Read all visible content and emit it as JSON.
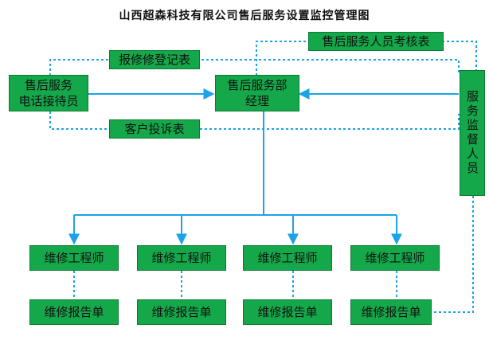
{
  "title": "山西超森科技有限公司售后服务设置监控管理图",
  "nodes": {
    "phone_receptionist": {
      "line1": "售后服务",
      "line2": "电话接待员"
    },
    "service_manager": {
      "line1": "售后服务部",
      "line2": "经理"
    },
    "supervisor": "服务监督人员",
    "repair_registry_form": "报修修登记表",
    "customer_complaint_form": "客户投诉表",
    "staff_appraisal_form": "售后服务人员考核表",
    "engineers": [
      {
        "engineer": "维修工程师",
        "report": "维修报告单"
      },
      {
        "engineer": "维修工程师",
        "report": "维修报告单"
      },
      {
        "engineer": "维修工程师",
        "report": "维修报告单"
      },
      {
        "engineer": "维修工程师",
        "report": "维修报告单"
      }
    ]
  },
  "colors": {
    "box_fill": "#14a84a",
    "line": "#1aa3e8",
    "box_border": "#0b7a33"
  }
}
